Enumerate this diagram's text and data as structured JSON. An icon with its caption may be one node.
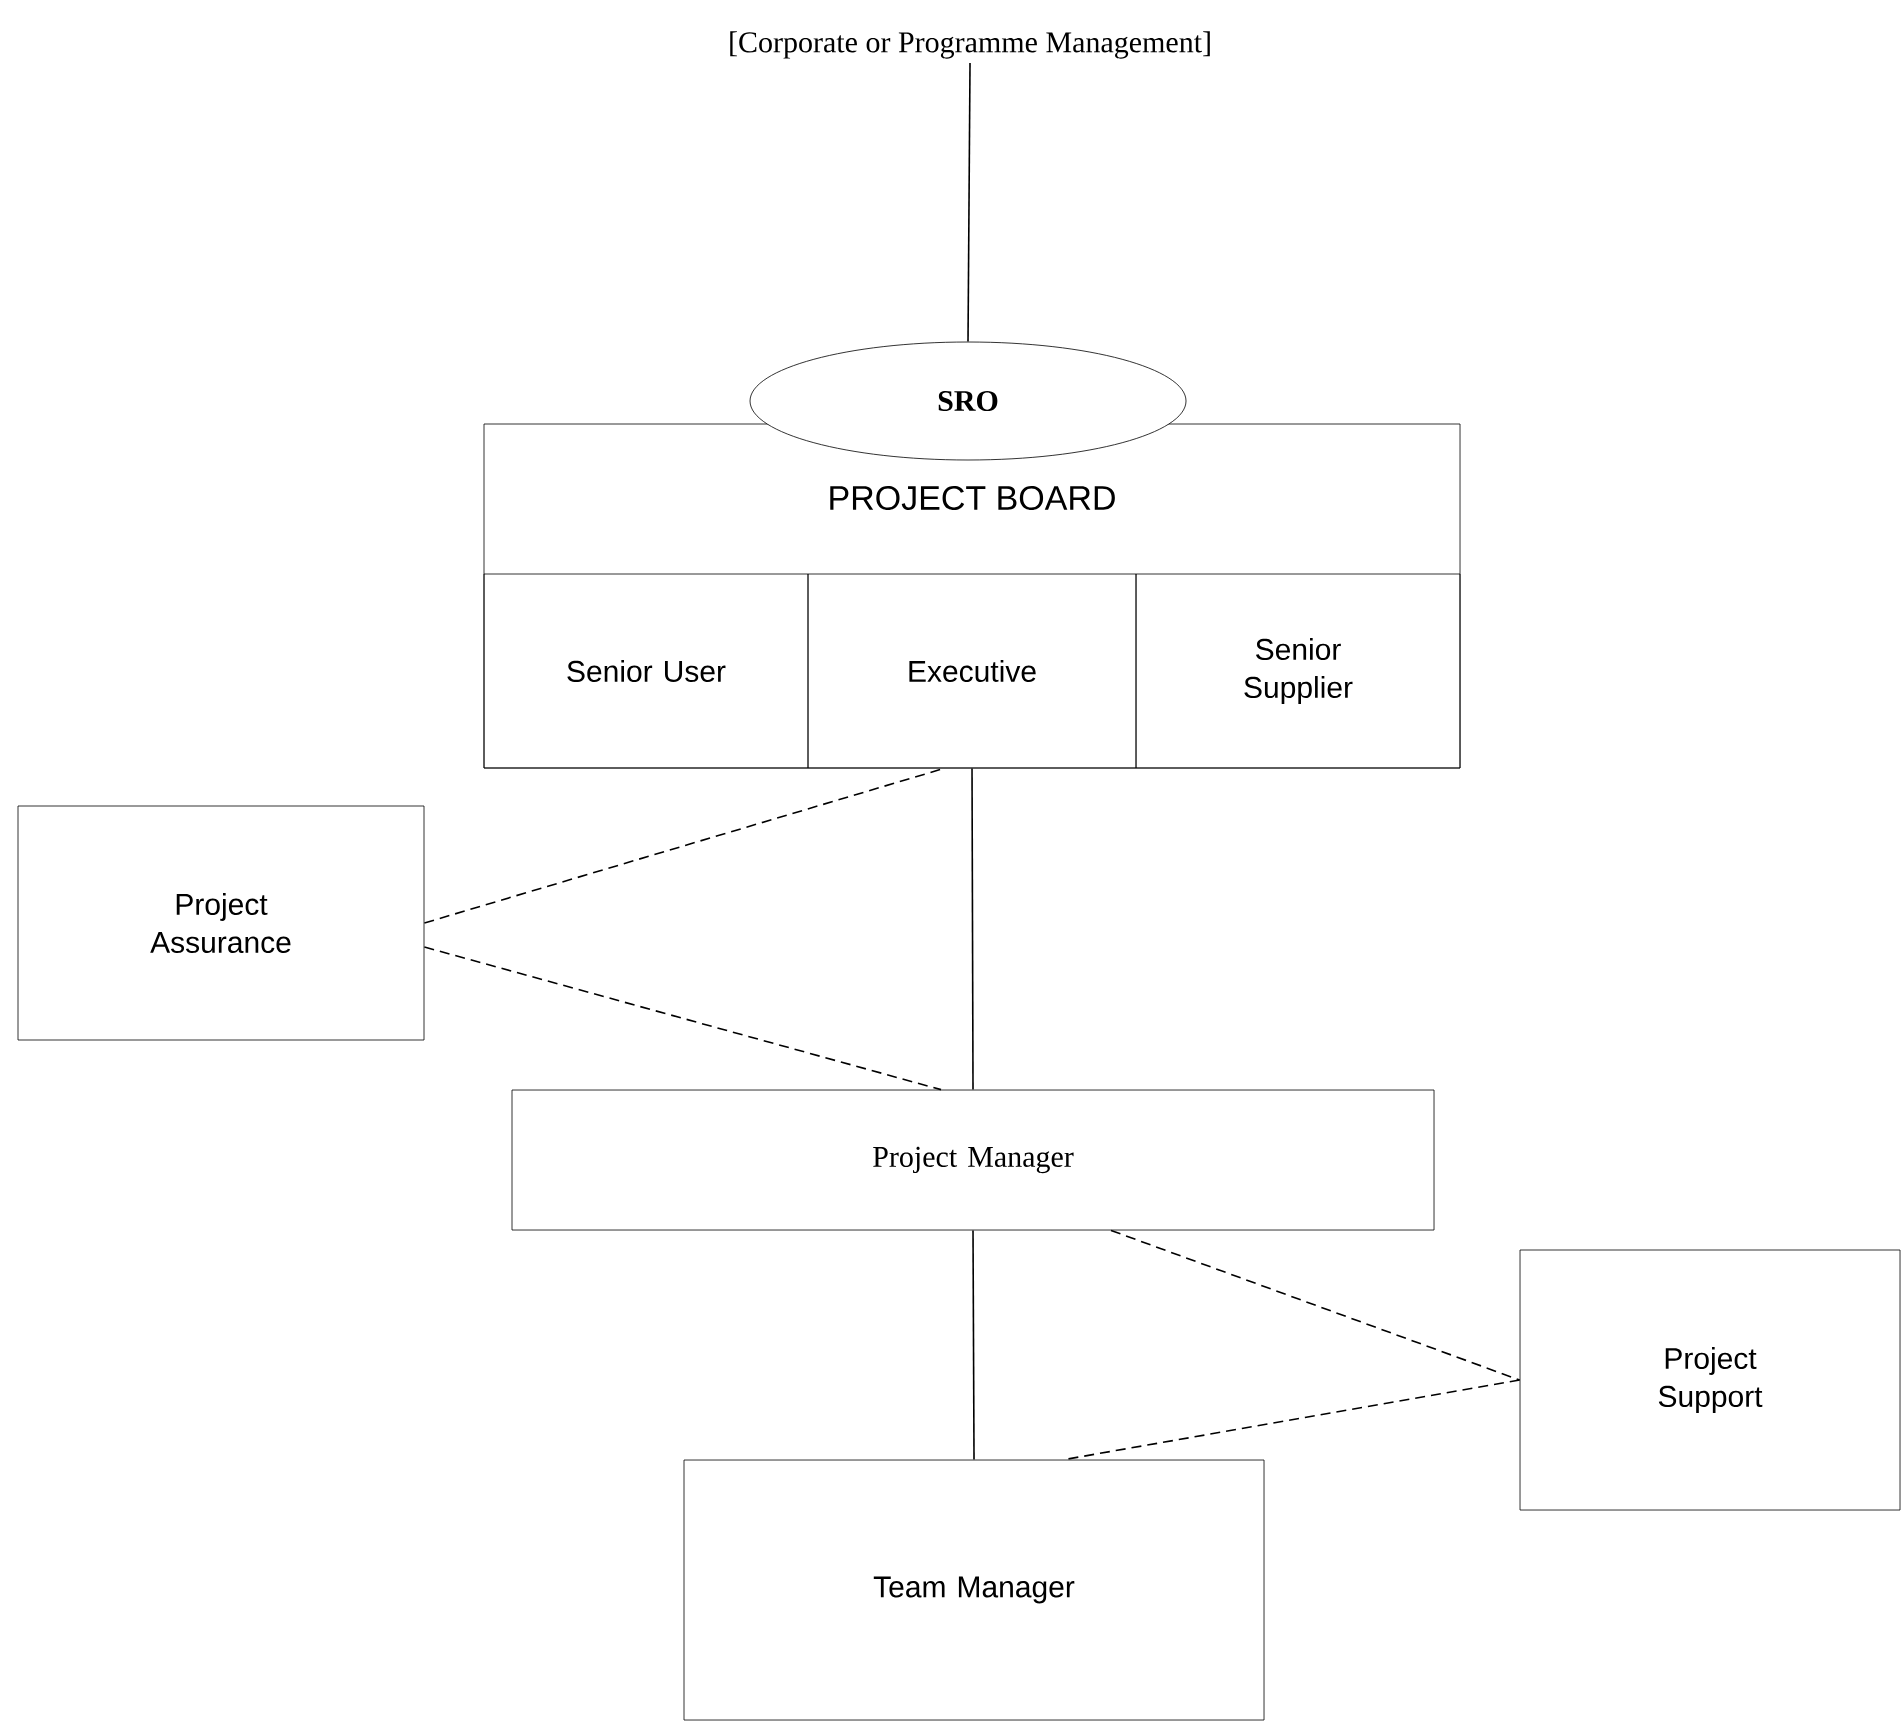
{
  "diagram": {
    "nodes": [
      {
        "text": [
          "[Corporate or Programme Management]"
        ]
      },
      {
        "text": [
          "PROJECT BOARD"
        ]
      },
      {
        "text": [
          "SRO"
        ]
      },
      {
        "text": [
          "Senior User"
        ],
        "in": 1
      },
      {
        "text": [
          "Executive"
        ],
        "in": 1
      },
      {
        "text": [
          "Senior Supplier"
        ],
        "in": 1
      },
      {
        "text": [
          "Project Assurance"
        ]
      },
      {
        "text": [
          "Project Manager"
        ]
      },
      {
        "text": [
          "Project Support"
        ]
      },
      {
        "text": [
          "Team Manager"
        ]
      }
    ],
    "edges": [
      {
        "from": 0,
        "to": 2,
        "arrow": "none"
      },
      {
        "from": 4,
        "to": 7,
        "arrow": "none"
      },
      {
        "from": 6,
        "to": 4,
        "arrow": "none",
        "style": "dashed"
      },
      {
        "from": 6,
        "to": 7,
        "arrow": "none",
        "style": "dashed"
      },
      {
        "from": 7,
        "to": 9,
        "arrow": "none"
      },
      {
        "from": 7,
        "to": 8,
        "arrow": "none",
        "style": "dashed"
      },
      {
        "from": 8,
        "to": 9,
        "arrow": "none",
        "style": "dashed"
      }
    ]
  }
}
